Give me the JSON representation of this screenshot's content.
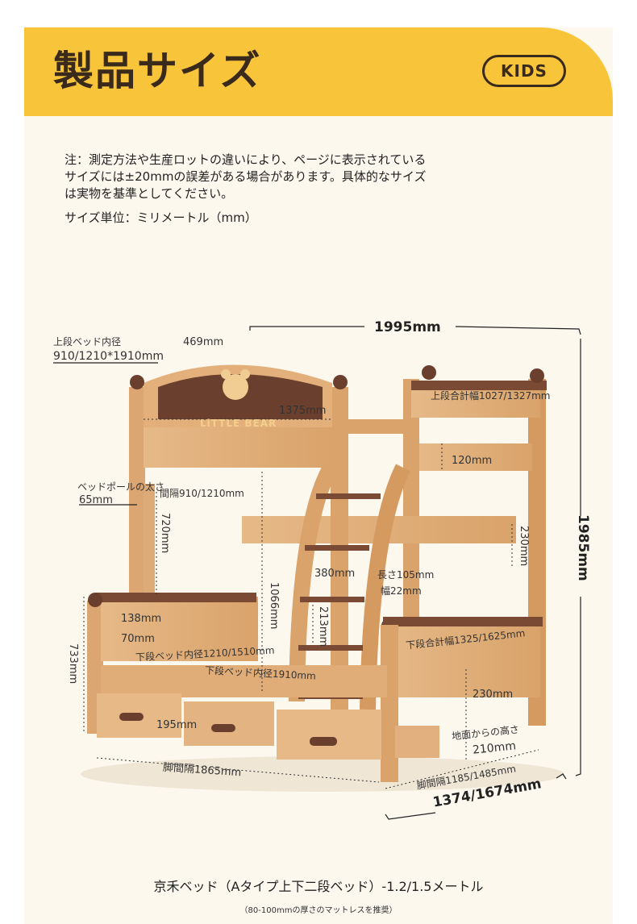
{
  "header": {
    "title": "製品サイズ",
    "badge": "KIDS"
  },
  "note": {
    "lines": [
      "注：測定方法や生産ロットの違いにより、ページに表示されている",
      "サイズには±20mmの誤差がある場合があります。具体的なサイズ",
      "は実物を基準としてください。"
    ],
    "unit": "サイズ単位：ミリメートル（mm）"
  },
  "headboard_text": "LiTTLE BEAR",
  "dimensions": {
    "upper_inner_title": "上段ベッド内径",
    "upper_inner_value": "910/1210*1910mm",
    "top_469": "469mm",
    "width_1995": "1995mm",
    "upper_sum_width": "上段合計幅1027/1327mm",
    "inner_1375": "1375mm",
    "h_120": "120mm",
    "pole_title": "ベッドポールの太さ",
    "pole_value": "65mm",
    "gap": "間隔910/1210mm",
    "h_720": "720mm",
    "h_230_upper": "230mm",
    "height_1985": "1985mm",
    "step_380": "380mm",
    "step_length": "長さ105mm",
    "step_width": "幅22mm",
    "h_1066": "1066mm",
    "h_213": "213mm",
    "h_138": "138mm",
    "h_70": "70mm",
    "h_733": "733mm",
    "lower_inner_w": "下段ベッド内径1210/1510mm",
    "lower_inner_l": "下段ベッド内径1910mm",
    "lower_sum_width": "下段合計幅1325/1625mm",
    "h_230_lower": "230mm",
    "h_195": "195mm",
    "floor_title": "地面からの高さ",
    "floor_value": "210mm",
    "leg_1865": "脚間隔1865mm",
    "leg_1185": "脚間隔1185/1485mm",
    "depth_1374": "1374/1674mm"
  },
  "caption": "京禾ベッド（Aタイプ上下二段ベッド）-1.2/1.5メートル",
  "subcaption": "（80-100mmの厚さのマットレスを推奨）"
}
